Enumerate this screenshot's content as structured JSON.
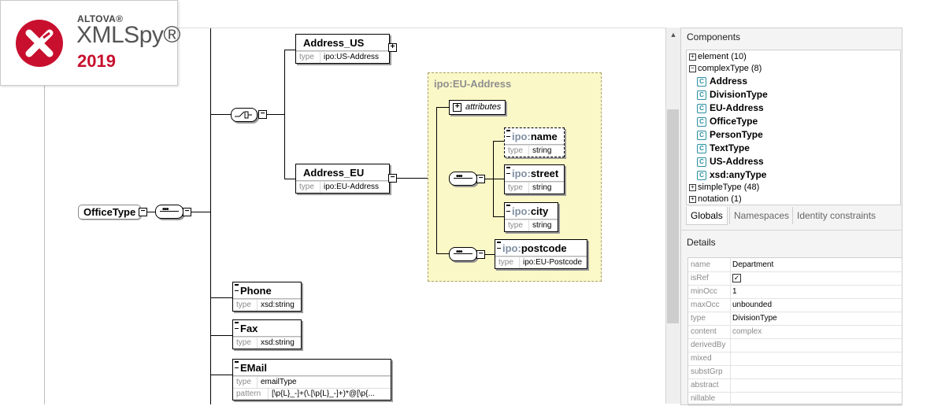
{
  "logo": {
    "brand": "ALTOVA®",
    "product": "XMLSpy®",
    "year": "2019"
  },
  "diagram": {
    "root": "OfficeType",
    "type_label": "type",
    "address_us": {
      "name": "Address_US",
      "type": "ipo:US-Address"
    },
    "address_eu": {
      "name": "Address_EU",
      "type": "ipo:EU-Address"
    },
    "eu_box": {
      "title": "ipo:EU-Address",
      "attributes": "attributes",
      "name": {
        "ns": "ipo:",
        "local": "name",
        "type": "string"
      },
      "street": {
        "ns": "ipo:",
        "local": "street",
        "type": "string"
      },
      "city": {
        "ns": "ipo:",
        "local": "city",
        "type": "string"
      },
      "postcode": {
        "ns": "ipo:",
        "local": "postcode",
        "type": "ipo:EU-Postcode"
      }
    },
    "phone": {
      "name": "Phone",
      "type": "xsd:string"
    },
    "fax": {
      "name": "Fax",
      "type": "xsd:string"
    },
    "email": {
      "name": "EMail",
      "type": "emailType",
      "pattern_label": "pattern",
      "pattern": "[\\p{L}_-]+(\\.[\\p{L}_-]+)*@[\\p{..."
    }
  },
  "components": {
    "title": "Components",
    "tree": [
      {
        "label": "element (10)",
        "expanded": false
      },
      {
        "label": "complexType (8)",
        "expanded": true
      }
    ],
    "complex_types": [
      "Address",
      "DivisionType",
      "EU-Address",
      "OfficeType",
      "PersonType",
      "TextType",
      "US-Address",
      "xsd:anyType"
    ],
    "tree_tail": [
      {
        "label": "simpleType (48)"
      },
      {
        "label": "notation (1)"
      }
    ],
    "tabs": [
      "Globals",
      "Namespaces",
      "Identity constraints"
    ]
  },
  "details": {
    "title": "Details",
    "rows": [
      {
        "key": "name",
        "value": "Department"
      },
      {
        "key": "isRef",
        "value": "✓"
      },
      {
        "key": "minOcc",
        "value": "1"
      },
      {
        "key": "maxOcc",
        "value": "unbounded"
      },
      {
        "key": "type",
        "value": "DivisionType"
      },
      {
        "key": "content",
        "value": "complex"
      },
      {
        "key": "derivedBy",
        "value": ""
      },
      {
        "key": "mixed",
        "value": ""
      },
      {
        "key": "substGrp",
        "value": ""
      },
      {
        "key": "abstract",
        "value": ""
      },
      {
        "key": "nillable",
        "value": ""
      }
    ]
  }
}
